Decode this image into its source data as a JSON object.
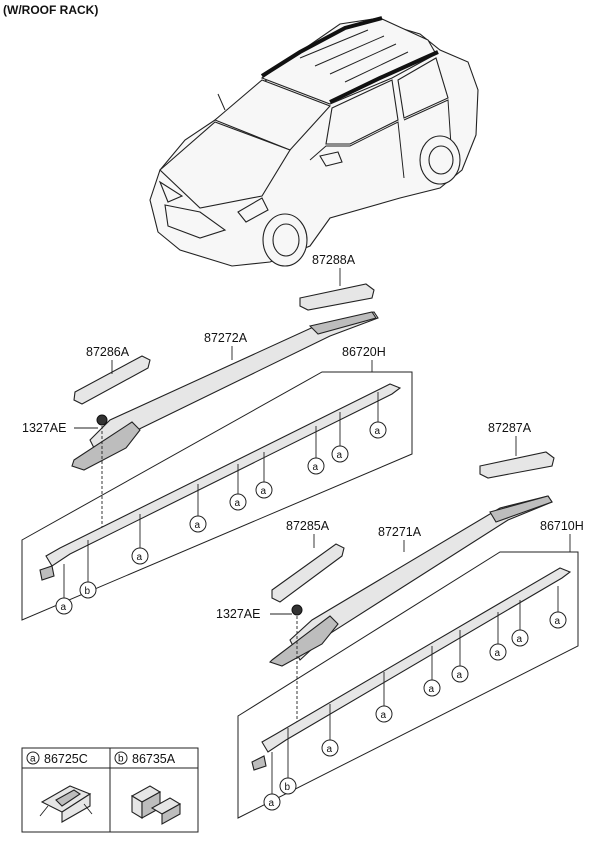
{
  "header": {
    "title": "(W/ROOF RACK)"
  },
  "parts": {
    "p87288A": "87288A",
    "p87286A": "87286A",
    "p87272A": "87272A",
    "p86720H": "86720H",
    "p1327AE_upper": "1327AE",
    "p87287A": "87287A",
    "p87285A": "87285A",
    "p87271A": "87271A",
    "p86710H": "86710H",
    "p1327AE_lower": "1327AE"
  },
  "callout_letters": {
    "a": "a",
    "b": "b"
  },
  "legend": [
    {
      "letter": "a",
      "part": "86725C"
    },
    {
      "letter": "b",
      "part": "86735A"
    }
  ]
}
